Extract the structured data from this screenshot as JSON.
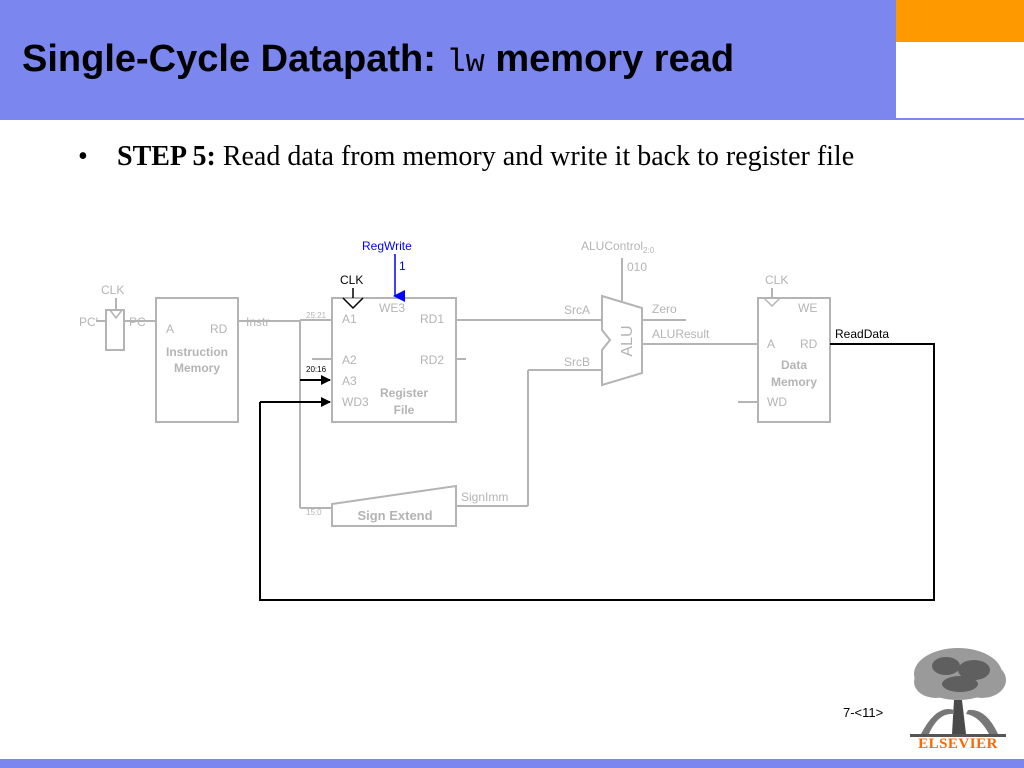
{
  "slide": {
    "title_prefix": "Single-Cycle Datapath: ",
    "title_code": "lw",
    "title_suffix": " memory read",
    "bullet_char": "•",
    "bullet_bold": "STEP 5:",
    "bullet_text": " Read data from memory and write it back to register file",
    "page_number": "7-<11>",
    "publisher": "ELSEVIER"
  },
  "colors": {
    "title_bar": "#7b86ee",
    "accent": "#ff9900",
    "dimmed": "#b4b4b4",
    "active": "#000000",
    "control": "#0000ff",
    "publisher": "#ff6600"
  },
  "diagram": {
    "pc_clk": "CLK",
    "pc_prime": "PC'",
    "pc": "PC",
    "imem_a": "A",
    "imem_rd": "RD",
    "imem_title1": "Instruction",
    "imem_title2": "Memory",
    "instr": "Instr",
    "bits_25_21": "25:21",
    "bits_20_16": "20:16",
    "bits_15_0": "15:0",
    "regwrite": "RegWrite",
    "regwrite_val": "1",
    "rf_clk": "CLK",
    "rf_we3": "WE3",
    "rf_a1": "A1",
    "rf_a2": "A2",
    "rf_a3": "A3",
    "rf_wd3": "WD3",
    "rf_rd1": "RD1",
    "rf_rd2": "RD2",
    "rf_title1": "Register",
    "rf_title2": "File",
    "sign_extend": "Sign Extend",
    "signimm": "SignImm",
    "srca": "SrcA",
    "srcb": "SrcB",
    "alu": "ALU",
    "alucontrol": "ALUControl",
    "alucontrol_sub": "2:0",
    "alucontrol_val": "010",
    "zero": "Zero",
    "aluresult": "ALUResult",
    "dm_clk": "CLK",
    "dm_we": "WE",
    "dm_a": "A",
    "dm_rd": "RD",
    "dm_wd": "WD",
    "dm_title1": "Data",
    "dm_title2": "Memory",
    "readdata": "ReadData"
  }
}
